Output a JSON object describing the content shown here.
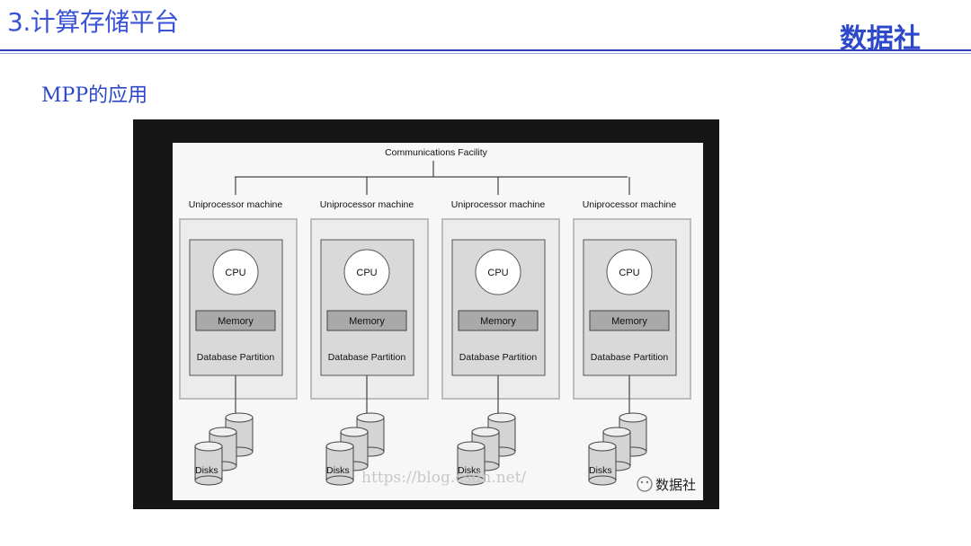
{
  "header": {
    "title": "3.计算存储平台",
    "brand": "数据社"
  },
  "subtitle": "MPP的应用",
  "diagram": {
    "top_label": "Communications Facility",
    "nodes": [
      {
        "machine_label": "Uniprocessor machine",
        "cpu_label": "CPU",
        "memory_label": "Memory",
        "partition_label": "Database Partition",
        "disks_label": "Disks"
      },
      {
        "machine_label": "Uniprocessor machine",
        "cpu_label": "CPU",
        "memory_label": "Memory",
        "partition_label": "Database Partition",
        "disks_label": "Disks"
      },
      {
        "machine_label": "Uniprocessor machine",
        "cpu_label": "CPU",
        "memory_label": "Memory",
        "partition_label": "Database Partition",
        "disks_label": "Disks"
      },
      {
        "machine_label": "Uniprocessor machine",
        "cpu_label": "CPU",
        "memory_label": "Memory",
        "partition_label": "Database Partition",
        "disks_label": "Disks"
      }
    ],
    "watermark_url": "https://blog.csdn.net/",
    "watermark_brand": "数据社"
  },
  "colors": {
    "title": "#3a53d6",
    "brand": "#2d49c9",
    "rule": "#2b3fb8",
    "frame": "#161616"
  }
}
